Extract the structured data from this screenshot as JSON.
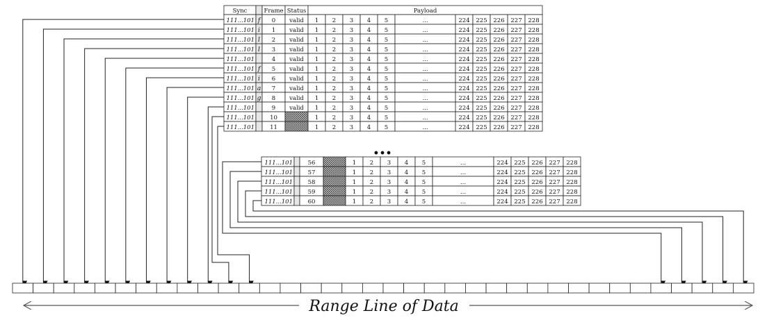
{
  "header": {
    "sync": "Sync",
    "frame": "Frame",
    "status": "Status",
    "payload": "Payload"
  },
  "sync_word": "111...101",
  "flag_letters": [
    "f",
    "i",
    "l",
    "l",
    "",
    "f",
    "i",
    "a",
    "g",
    "",
    "",
    ""
  ],
  "payload_head": [
    "1",
    "2",
    "3",
    "4",
    "5"
  ],
  "payload_gap": "...",
  "payload_tail": [
    "224",
    "225",
    "226",
    "227",
    "228"
  ],
  "upper_table": {
    "frames": [
      "0",
      "1",
      "2",
      "3",
      "4",
      "5",
      "6",
      "7",
      "8",
      "9",
      "10",
      "11"
    ],
    "statuses": [
      "valid",
      "valid",
      "valid",
      "valid",
      "valid",
      "valid",
      "valid",
      "valid",
      "valid",
      "valid",
      "",
      ""
    ]
  },
  "continuation": "...",
  "lower_table": {
    "frames": [
      "56",
      "57",
      "58",
      "59",
      "60"
    ]
  },
  "range_line": {
    "label": "Range Line of Data",
    "cell_count": 36
  }
}
